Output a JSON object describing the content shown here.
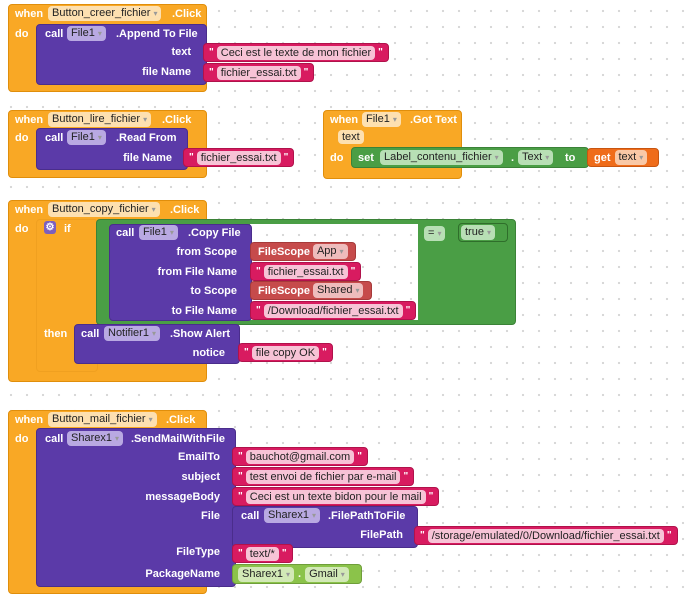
{
  "k": {
    "when": "when",
    "do": "do",
    "call": "call",
    "if": "if",
    "then": "then",
    "set": "set",
    "to": "to",
    "get": "get",
    "dot": ".",
    "q": "\"",
    "eq": "=",
    "arrow": "▾",
    "gear": "⚙"
  },
  "b1": {
    "component": "Button_creer_fichier",
    "event": ".Click",
    "obj": "File1",
    "method": ".Append To File",
    "params": [
      {
        "label": "text",
        "value": "Ceci est le texte de mon fichier"
      },
      {
        "label": "file Name",
        "value": "fichier_essai.txt"
      }
    ]
  },
  "b2": {
    "component": "Button_lire_fichier",
    "event": ".Click",
    "obj": "File1",
    "method": ".Read From",
    "params": [
      {
        "label": "file Name",
        "value": "fichier_essai.txt"
      }
    ]
  },
  "b3": {
    "component": "File1",
    "event": ".Got Text",
    "param": "text",
    "target": "Label_contenu_fichier",
    "prop": "Text",
    "get": "text"
  },
  "b4": {
    "component": "Button_copy_fichier",
    "event": ".Click",
    "obj": "File1",
    "method": ".Copy File",
    "params": [
      {
        "label": "from Scope",
        "type": "FileScope",
        "value": "App"
      },
      {
        "label": "from File Name",
        "value": "fichier_essai.txt"
      },
      {
        "label": "to Scope",
        "type": "FileScope",
        "value": "Shared"
      },
      {
        "label": "to File Name",
        "value": "/Download/fichier_essai.txt"
      }
    ],
    "compare": "true",
    "notifier": "Notifier1",
    "alert": ".Show Alert",
    "notice_label": "notice",
    "notice": "file copy OK"
  },
  "b5": {
    "component": "Button_mail_fichier",
    "event": ".Click",
    "obj": "Sharex1",
    "method": ".SendMailWithFile",
    "labels": [
      "EmailTo",
      "subject",
      "messageBody",
      "File",
      "FileType",
      "PackageName"
    ],
    "email": "bauchot@gmail.com",
    "subject": "test envoi de fichier par e-mail",
    "body": "Ceci est un texte bidon pour le mail",
    "fp_obj": "Sharex1",
    "fp_method": ".FilePathToFile",
    "fp_label": "FilePath",
    "fp_value": "/storage/emulated/0/Download/fichier_essai.txt",
    "filetype": "text/*",
    "pkg_obj": "Sharex1",
    "pkg_value": "Gmail"
  }
}
